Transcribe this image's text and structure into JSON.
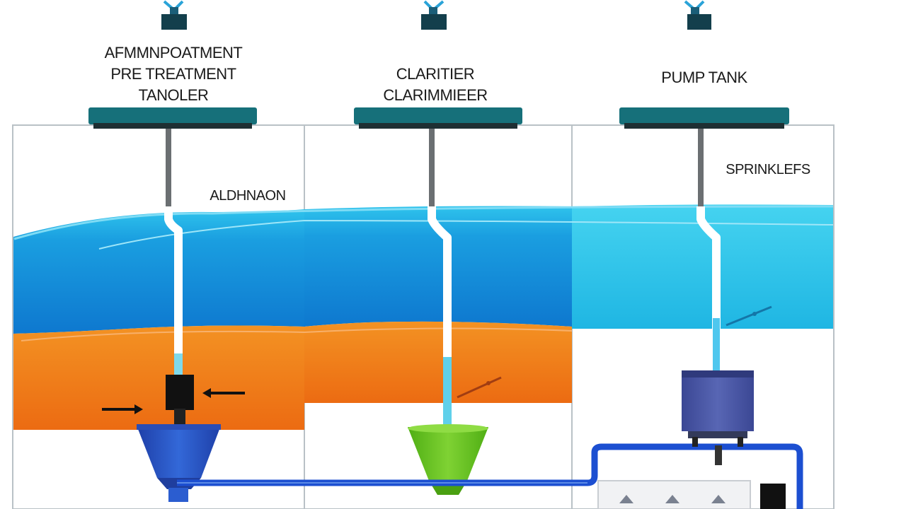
{
  "labels": {
    "pre_treatment": [
      "AFMMNPOATMENT",
      "PRE TREATMENT",
      "TANOLER"
    ],
    "clarifier": [
      "CLARITIER",
      "CLARIMMIEER"
    ],
    "pump_tank": "PUMP TANK",
    "alum": "ALDHNAON",
    "sprinklers": "SPRINKLEFS"
  },
  "colors": {
    "tank_cap": "#16707a",
    "tank_cap_shadow": "#1e2f33",
    "pipe_gray": "#6b6f72",
    "water_top": "#1cb1e6",
    "water_mid": "#0f86d6",
    "water_light": "#25c3ea",
    "sludge": "#f07a18",
    "flow_pipe": "#1c4fd1",
    "pre_cone": "#2454c8",
    "clar_cone": "#63c41f",
    "pump_box": "#4a57a8",
    "valve": "#111111"
  },
  "icons": {
    "sprinkler_head": "sprinkler-icon",
    "arrow_left": "arrow-left-icon",
    "arrow_right": "arrow-right-icon",
    "valve": "valve-icon",
    "pump": "pump-icon",
    "control_unit": "control-unit-icon"
  }
}
